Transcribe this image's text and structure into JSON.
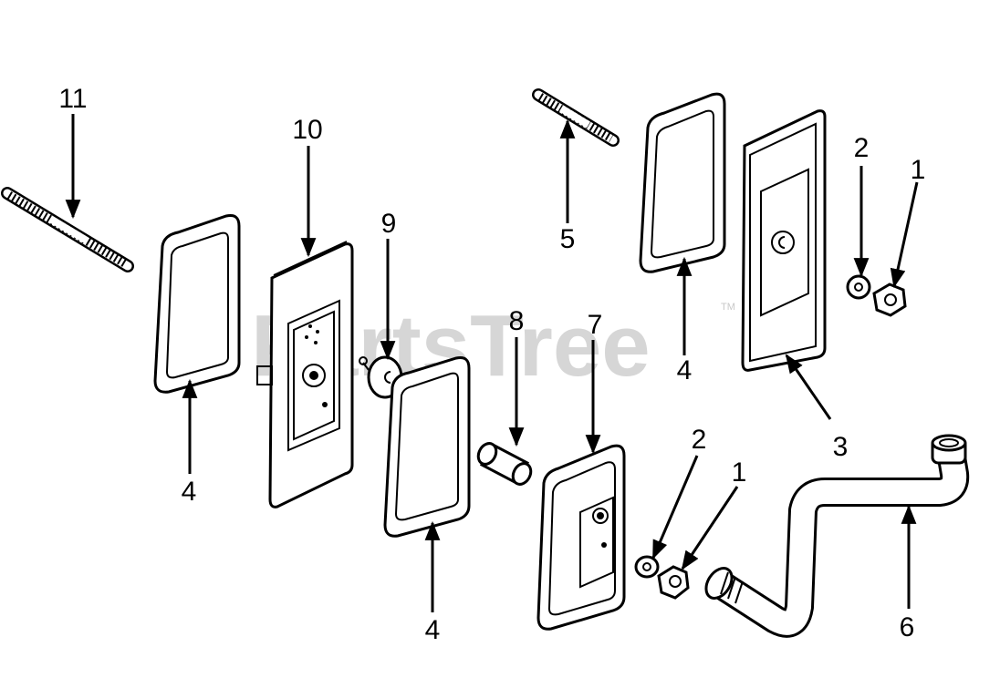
{
  "watermark": {
    "text": "PartsTree",
    "trademark": "TM"
  },
  "callouts": [
    {
      "id": "c11",
      "label": "11"
    },
    {
      "id": "c10",
      "label": "10"
    },
    {
      "id": "c9",
      "label": "9"
    },
    {
      "id": "c8",
      "label": "8"
    },
    {
      "id": "c7",
      "label": "7"
    },
    {
      "id": "c5",
      "label": "5"
    },
    {
      "id": "c4a",
      "label": "4"
    },
    {
      "id": "c4b",
      "label": "4"
    },
    {
      "id": "c4c",
      "label": "4"
    },
    {
      "id": "c3",
      "label": "3"
    },
    {
      "id": "c2a",
      "label": "2"
    },
    {
      "id": "c2b",
      "label": "2"
    },
    {
      "id": "c1a",
      "label": "1"
    },
    {
      "id": "c1b",
      "label": "1"
    },
    {
      "id": "c6",
      "label": "6"
    }
  ]
}
